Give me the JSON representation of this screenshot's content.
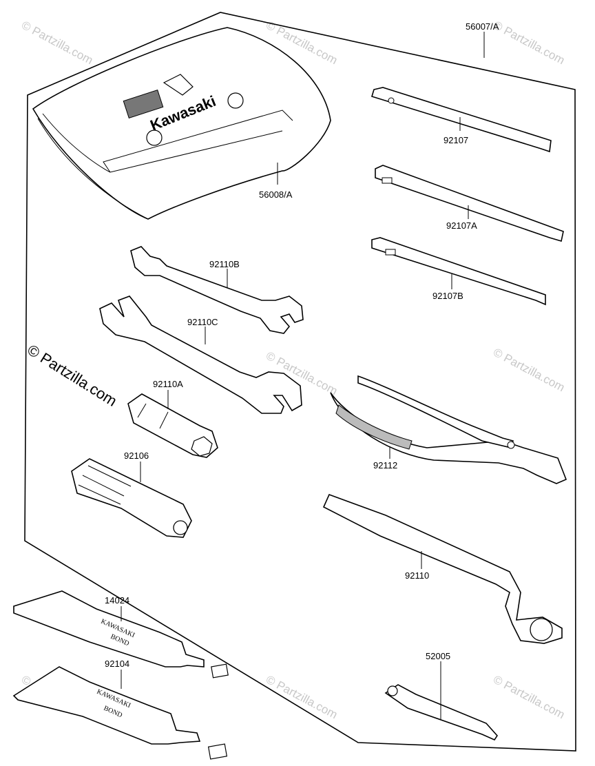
{
  "watermark": {
    "text": "© Partzilla.com",
    "center_text": "© Partzilla.com"
  },
  "parts": [
    {
      "id": "56007/A"
    },
    {
      "id": "56008/A"
    },
    {
      "id": "92107"
    },
    {
      "id": "92107A"
    },
    {
      "id": "92107B"
    },
    {
      "id": "92110B"
    },
    {
      "id": "92110C"
    },
    {
      "id": "92110A"
    },
    {
      "id": "92106"
    },
    {
      "id": "92112"
    },
    {
      "id": "92110"
    },
    {
      "id": "14024"
    },
    {
      "id": "92104"
    },
    {
      "id": "52005"
    }
  ],
  "tool_bag": {
    "brand": "Kawasaki"
  },
  "tubes": [
    {
      "line1": "KAWASAKI",
      "line2": "BOND"
    },
    {
      "line1": "KAWASAKI",
      "line2": "BOND"
    }
  ]
}
